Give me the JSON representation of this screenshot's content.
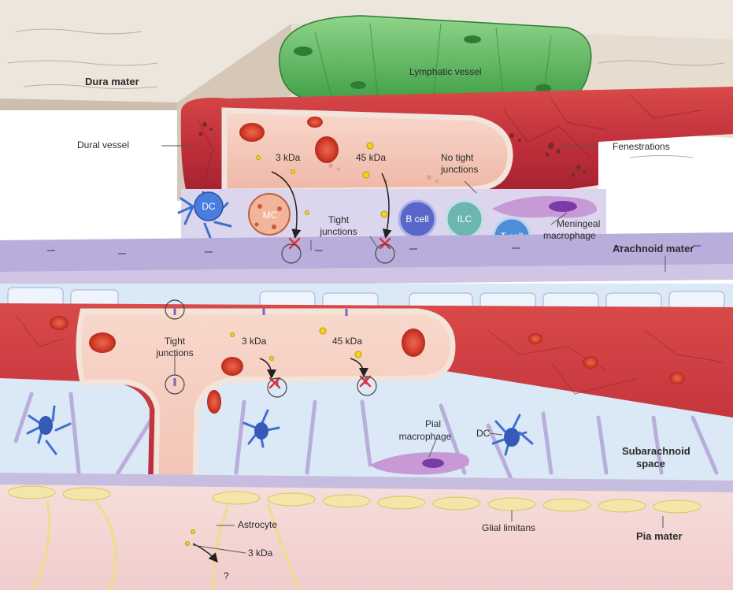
{
  "layers": {
    "dura": "Dura mater",
    "arachnoid": "Arachnoid mater",
    "subarachnoid_line1": "Subarachnoid",
    "subarachnoid_line2": "space",
    "pia": "Pia mater"
  },
  "labels": {
    "lymphatic_vessel": "Lymphatic vessel",
    "dural_vessel": "Dural vessel",
    "fenestrations": "Fenestrations",
    "no_tight_line1": "No tight",
    "no_tight_line2": "junctions",
    "tight_top_line1": "Tight",
    "tight_top_line2": "junctions",
    "tight_left_line1": "Tight",
    "tight_left_line2": "junctions",
    "kda_3_dural": "3 kDa",
    "kda_45_dural": "45 kDa",
    "kda_3_pial": "3 kDa",
    "kda_45_pial": "45 kDa",
    "kda_3_bottom": "3 kDa",
    "question": "?",
    "meningeal_line1": "Meningeal",
    "meningeal_line2": "macrophage",
    "pial_line1": "Pial",
    "pial_line2": "macrophage",
    "dc_sub": "DC",
    "astrocyte": "Astrocyte",
    "glial_limitans": "Glial limitans"
  },
  "cells": {
    "dc": "DC",
    "mc": "MC",
    "b_cell": "B cell",
    "ilc": "ILC",
    "t_cell": "T cell"
  },
  "colors": {
    "dura": "#e8ded2",
    "arachnoid": "#cfc6e6",
    "subarachnoid": "#d9e8f4",
    "pia": "#f4d6d6",
    "vessel_wall": "#c7313b",
    "vessel_lumen": "#f6cbbf",
    "lymphatic": "#5cb85c",
    "rbc": "#d9432f",
    "solute": "#f5d31a",
    "blocked_mark": "#e0313b"
  }
}
